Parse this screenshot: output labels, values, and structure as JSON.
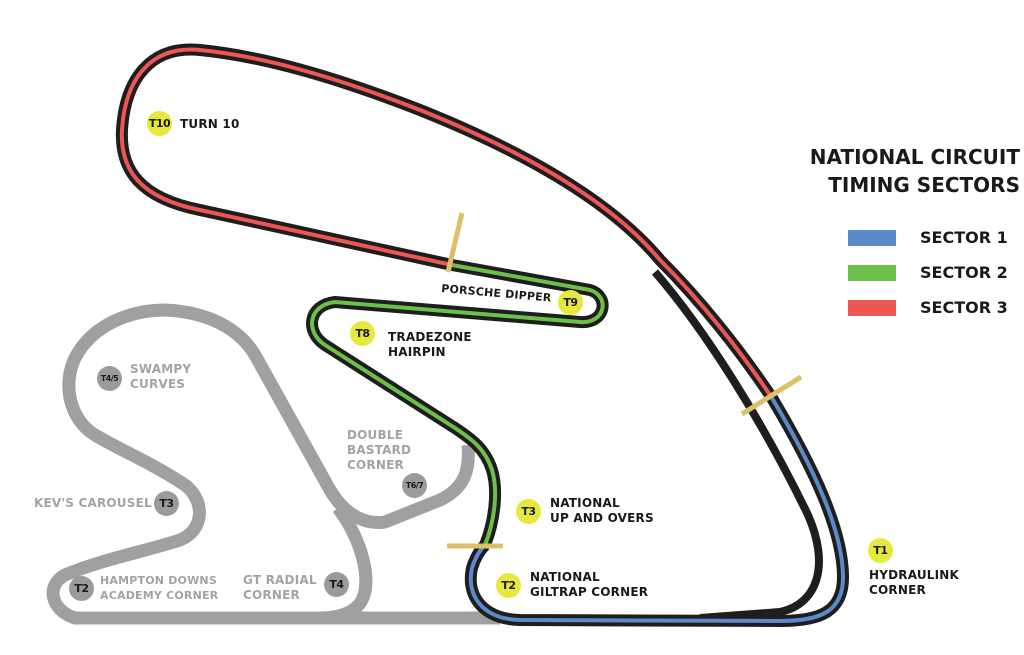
{
  "title": {
    "line1": "NATIONAL CIRCUIT",
    "line2": "TIMING SECTORS"
  },
  "legend": [
    {
      "label": "SECTOR 1",
      "color": "#5b8ac9"
    },
    {
      "label": "SECTOR 2",
      "color": "#6cc04a"
    },
    {
      "label": "SECTOR 3",
      "color": "#ee5555"
    }
  ],
  "colors": {
    "track": "#1e1e1e",
    "inactive_track": "#a0a0a0",
    "sector_line": "#dcc06a",
    "marker": "#e6e83c",
    "grey_marker": "#9b9b9b"
  },
  "national_corners": [
    {
      "id": "T1",
      "line1": "",
      "line2": "HYDRAULINK",
      "line3": "CORNER"
    },
    {
      "id": "T2",
      "line1": "NATIONAL",
      "line2": "GILTRAP CORNER"
    },
    {
      "id": "T3",
      "line1": "NATIONAL",
      "line2": "UP AND OVERS"
    },
    {
      "id": "T8",
      "line1": "TRADEZONE",
      "line2": "HAIRPIN"
    },
    {
      "id": "T9",
      "line1": "PORSCHE DIPPER"
    },
    {
      "id": "T10",
      "line1": "TURN 10"
    }
  ],
  "other_corners": [
    {
      "id": "T4/5",
      "line1": "SWAMPY",
      "line2": "CURVES"
    },
    {
      "id": "T3",
      "line1": "KEV'S CAROUSEL"
    },
    {
      "id": "T2",
      "line1": "HAMPTON DOWNS",
      "line2": "ACADEMY CORNER"
    },
    {
      "id": "T4",
      "line1": "GT RADIAL",
      "line2": "CORNER"
    },
    {
      "id": "T6/7",
      "line1": "DOUBLE",
      "line2": "BASTARD",
      "line3": "CORNER"
    }
  ]
}
